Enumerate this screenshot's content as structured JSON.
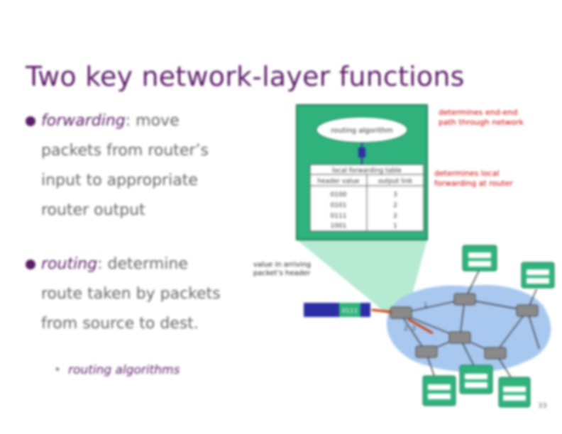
{
  "slide": {
    "title": "Two key network-layer functions",
    "page_number": "33"
  },
  "bullets": [
    {
      "term": "forwarding",
      "rest": ": move",
      "lines": [
        "packets from router’s",
        "input to appropriate",
        "router output"
      ]
    },
    {
      "term": "routing",
      "rest": ": determine",
      "lines": [
        "route taken by packets",
        "from source to dest."
      ]
    }
  ],
  "sub_bullet": "routing algorithms",
  "diagram": {
    "routing_algorithm_label": "routing algorithm",
    "table_title": "local forwarding table",
    "table_headers": [
      "header value",
      "output link"
    ],
    "table_rows": [
      [
        "0100",
        "3"
      ],
      [
        "0101",
        "2"
      ],
      [
        "0111",
        "2"
      ],
      [
        "1001",
        "1"
      ]
    ],
    "annotation_top": [
      "determines end-end",
      "path through network"
    ],
    "annotation_mid": [
      "determines local",
      "forwarding at router"
    ],
    "value_label": [
      "value in arriving",
      "packet’s header"
    ],
    "packet_value": "0111",
    "link_numbers": [
      "1",
      "2",
      "3"
    ],
    "colors": {
      "green": "#2fb27c",
      "blue": "#2c2ea4",
      "cloud": "#a9c8f0",
      "router": "#8a8a8a",
      "title": "#5b1d67",
      "annotation": "#cc0000"
    }
  }
}
